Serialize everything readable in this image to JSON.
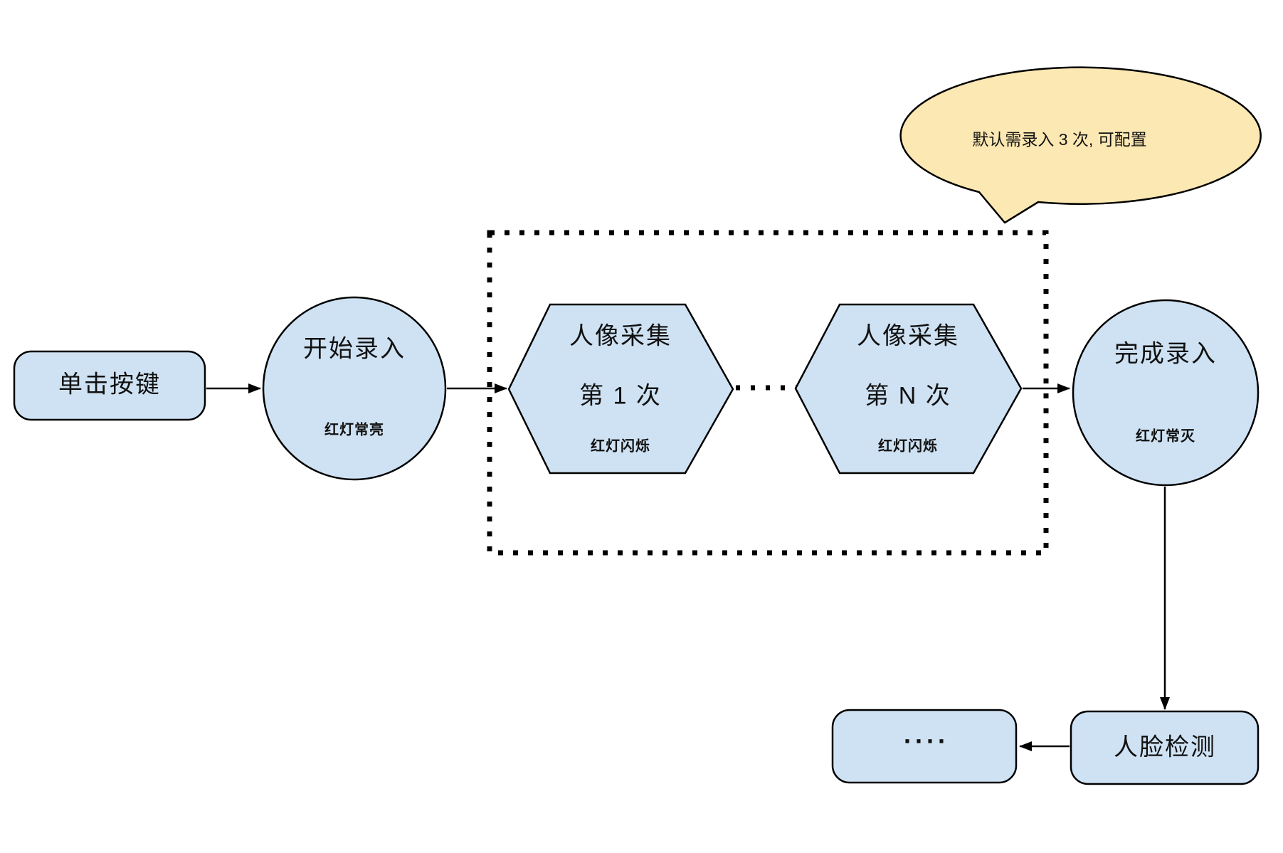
{
  "diagram": {
    "background": "#ffffff",
    "node_fill": "#cfe2f3",
    "node_stroke": "#000000",
    "callout_fill": "#fce8b2",
    "nodes": {
      "click_key": {
        "label": "单击按键"
      },
      "start_enroll": {
        "title": "开始录入",
        "status": "红灯常亮"
      },
      "capture_first": {
        "line1": "人像采集",
        "line2": "第 1 次",
        "status": "红灯闪烁"
      },
      "capture_nth": {
        "line1": "人像采集",
        "line2": "第 N 次",
        "status": "红灯闪烁"
      },
      "finish_enroll": {
        "title": "完成录入",
        "status": "红灯常灭"
      },
      "face_detect": {
        "label": "人脸检测"
      },
      "ellipsis": {
        "label": "...."
      }
    },
    "callout": {
      "text": "默认需录入 3 次, 可配置"
    }
  }
}
